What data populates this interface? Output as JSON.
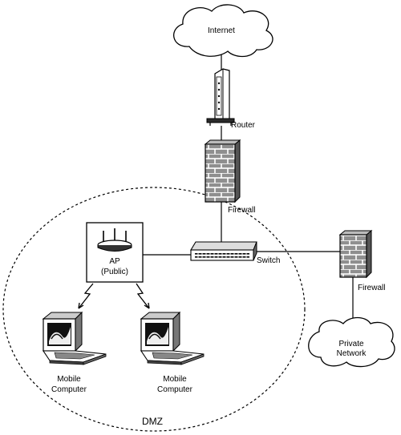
{
  "labels": {
    "internet": "Internet",
    "router": "Router",
    "firewall_top": "Firewall",
    "switch": "Switch",
    "firewall_right": "Firewall",
    "private_network_line1": "Private",
    "private_network_line2": "Network",
    "ap_line1": "AP",
    "ap_line2": "(Public)",
    "mobile1_line1": "Mobile",
    "mobile1_line2": "Computer",
    "mobile2_line1": "Mobile",
    "mobile2_line2": "Computer",
    "dmz": "DMZ"
  },
  "icons": [
    "cloud-icon",
    "router-icon",
    "firewall-icon",
    "switch-icon",
    "access-point-icon",
    "laptop-icon",
    "wireless-link-icon"
  ],
  "colors": {
    "line": "#000000",
    "fill": "#ffffff",
    "shade": "#9a9a9a",
    "dark": "#1a1a1a"
  }
}
